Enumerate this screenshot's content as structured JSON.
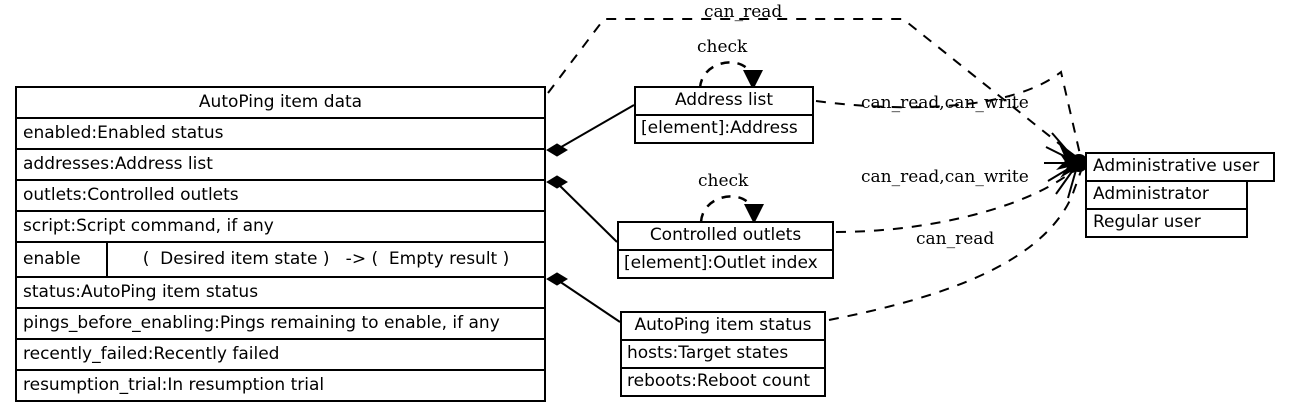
{
  "diagram": {
    "title": "AutoPing item data",
    "kind": "uml-class-diagram"
  },
  "main_class": {
    "title": "AutoPing item data",
    "attributes": [
      "enabled:Enabled status",
      "addresses:Address list",
      "outlets:Controlled outlets",
      "script:Script command, if any"
    ],
    "method": {
      "name": "enable",
      "signature": "(  Desired item state )   -> (  Empty result )"
    },
    "attributes_after": [
      "status:AutoPing item status",
      "pings_before_enabling:Pings remaining to enable, if any",
      "recently_failed:Recently failed",
      "resumption_trial:In resumption trial"
    ]
  },
  "boxes": {
    "address_list": {
      "title": "Address list",
      "rows": [
        "[element]:Address"
      ]
    },
    "controlled_outlets": {
      "title": "Controlled outlets",
      "rows": [
        "[element]:Outlet index"
      ]
    },
    "item_status": {
      "title": "AutoPing item status",
      "rows": [
        "hosts:Target states",
        "reboots:Reboot count"
      ]
    },
    "admin_user": {
      "title": "Administrative user",
      "rows": [
        "Administrator",
        "Regular user"
      ]
    }
  },
  "edge_labels": {
    "can_read_top": "can_read",
    "check_top": "check",
    "check_mid": "check",
    "can_read_can_write_top": "can_read,can_write",
    "can_read_can_write_mid": "can_read,can_write",
    "can_read_bottom": "can_read"
  },
  "colors": {
    "stroke": "#000000",
    "background": "#ffffff",
    "text": "#000000"
  }
}
